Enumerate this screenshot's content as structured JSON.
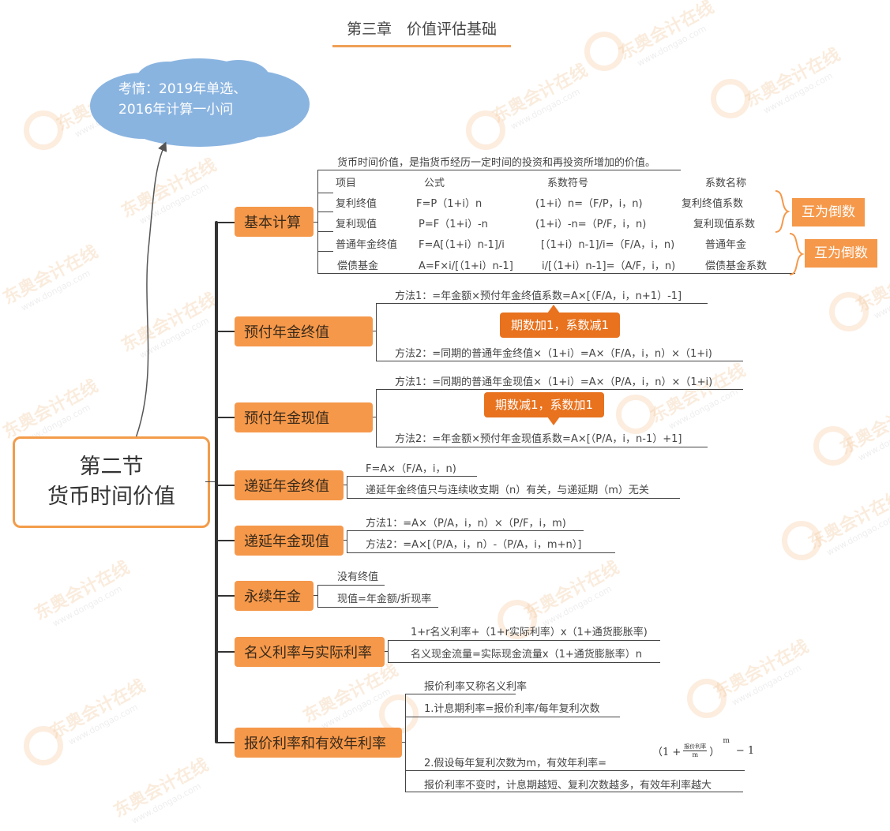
{
  "header": {
    "title": "第三章　价值评估基础"
  },
  "cloud": {
    "line1": "考情：2019年单选、",
    "line2": "2016年计算一小问"
  },
  "root": {
    "line1": "第二节",
    "line2": "货币时间价值"
  },
  "colors": {
    "node": "#f5984a",
    "callout": "#e8721e",
    "cloud": "#8ab4e0",
    "root_border": "#f39c4a"
  },
  "watermark": {
    "brand": "东奥会计在线",
    "url": "www.dongao.com"
  },
  "branches": [
    {
      "label": "基本计算",
      "intro": "货币时间价值，是指货币经历一定时间的投资和再投资所增加的价值。",
      "table": {
        "headers": [
          "项目",
          "公式",
          "系数符号",
          "系数名称"
        ],
        "rows": [
          [
            "复利终值",
            "F=P（1+i）n",
            "(1+i）n=（F/P，i，n)",
            "复利终值系数"
          ],
          [
            "复利现值",
            "P=F（1+i）-n",
            "(1+i）-n=（P/F，i，n)",
            "复利现值系数"
          ],
          [
            "普通年金终值",
            "F=A[（1+i）n-1]/i",
            "[（1+i）n-1]/i=（F/A，i，n)",
            "普通年金"
          ],
          [
            "偿债基金",
            "A=F×i/[（1+i）n-1]",
            "i/[（1+i）n-1]=（A/F，i，n)",
            "偿债基金系数"
          ]
        ]
      },
      "tags": [
        "互为倒数",
        "互为倒数"
      ]
    },
    {
      "label": "预付年金终值",
      "items": [
        "方法1：=年金额×预付年金终值系数=A×[（F/A，i，n+1）-1]",
        "方法2：=同期的普通年金终值×（1+i）=A×（F/A，i，n）×（1+i)"
      ],
      "callout": "期数加1，系数减1"
    },
    {
      "label": "预付年金现值",
      "items": [
        "方法1：=同期的普通年金现值×（1+i）=A×（P/A，i，n）×（1+i)",
        "方法2：=年金额×预付年金现值系数=A×[（P/A，i，n-1）+1]"
      ],
      "callout": "期数减1，系数加1"
    },
    {
      "label": "递延年金终值",
      "items": [
        "F=A×（F/A，i，n)",
        "递延年金终值只与连续收支期（n）有关，与递延期（m）无关"
      ]
    },
    {
      "label": "递延年金现值",
      "items": [
        "方法1：=A×（P/A，i，n）×（P/F，i，m)",
        "方法2：=A×[（P/A，i，n）-（P/A，i，m+n）]"
      ]
    },
    {
      "label": "永续年金",
      "items": [
        "没有终值",
        "现值=年金额/折现率"
      ]
    },
    {
      "label": "名义利率与实际利率",
      "items": [
        "1+r名义利率+（1+r实际利率）x（1+通货膨胀率)",
        "名义现金流量=实际现金流量x（1+通货膨胀率）n"
      ]
    },
    {
      "label": "报价利率和有效年利率",
      "items": [
        "报价利率又称名义利率",
        "1.计息期利率=报价利率/每年复利次数",
        "2.假设每年复利次数为m，有效年利率=",
        "报价利率不变时，计息期越短、复利次数越多，有效年利率越大"
      ],
      "formula": {
        "open": "（1 +",
        "numerator": "报价利率",
        "denominator": "m",
        "close": "）",
        "exponent": "m",
        "tail": "− 1"
      }
    }
  ]
}
